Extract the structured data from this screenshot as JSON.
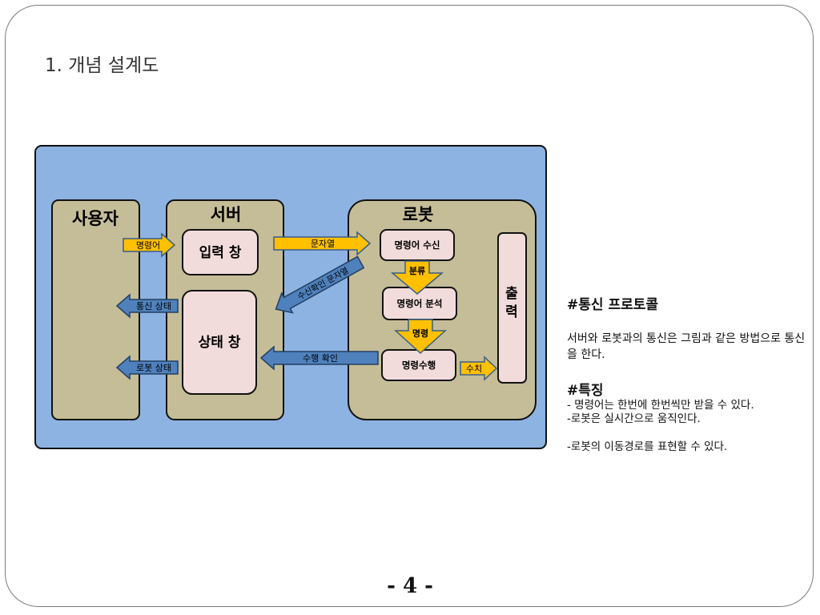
{
  "slide": {
    "title": "1. 개념 설계도",
    "page_number": "- 4 -"
  },
  "diagram": {
    "lanes": {
      "user": "사용자",
      "server": "서버",
      "robot": "로봇"
    },
    "boxes": {
      "input_window": "입력 창",
      "status_window": "상태 창",
      "cmd_receive": "명령어 수신",
      "cmd_analyze": "명령어 분석",
      "cmd_execute": "명령수행",
      "output_1": "출",
      "output_2": "력"
    },
    "arrows": {
      "command": "명령어",
      "string": "문자열",
      "classify": "분류",
      "instruction": "명령",
      "value": "수치",
      "recv_confirm": "수신확인 문자열",
      "exec_confirm": "수행 확인",
      "comm_status": "통신 상태",
      "robot_status": "로봇 상태"
    },
    "colors": {
      "background": "#8db3e2",
      "lane": "#c4bd97",
      "box": "#f2dcdb",
      "yellow_arrow": "#ffc000",
      "blue_arrow": "#4f81bd"
    }
  },
  "notes": {
    "protocol_heading": "#통신 프로토콜",
    "protocol_text": "서버와 로봇과의 통신은 그림과 같은 방법으로 통신을 한다.",
    "features_heading": "#특징",
    "features": [
      "- 명령어는 한번에 한번씩만 받을 수 있다.",
      "-로봇은 실시간으로 움직인다.",
      "-로봇의 이동경로를 표현할 수 있다."
    ]
  }
}
